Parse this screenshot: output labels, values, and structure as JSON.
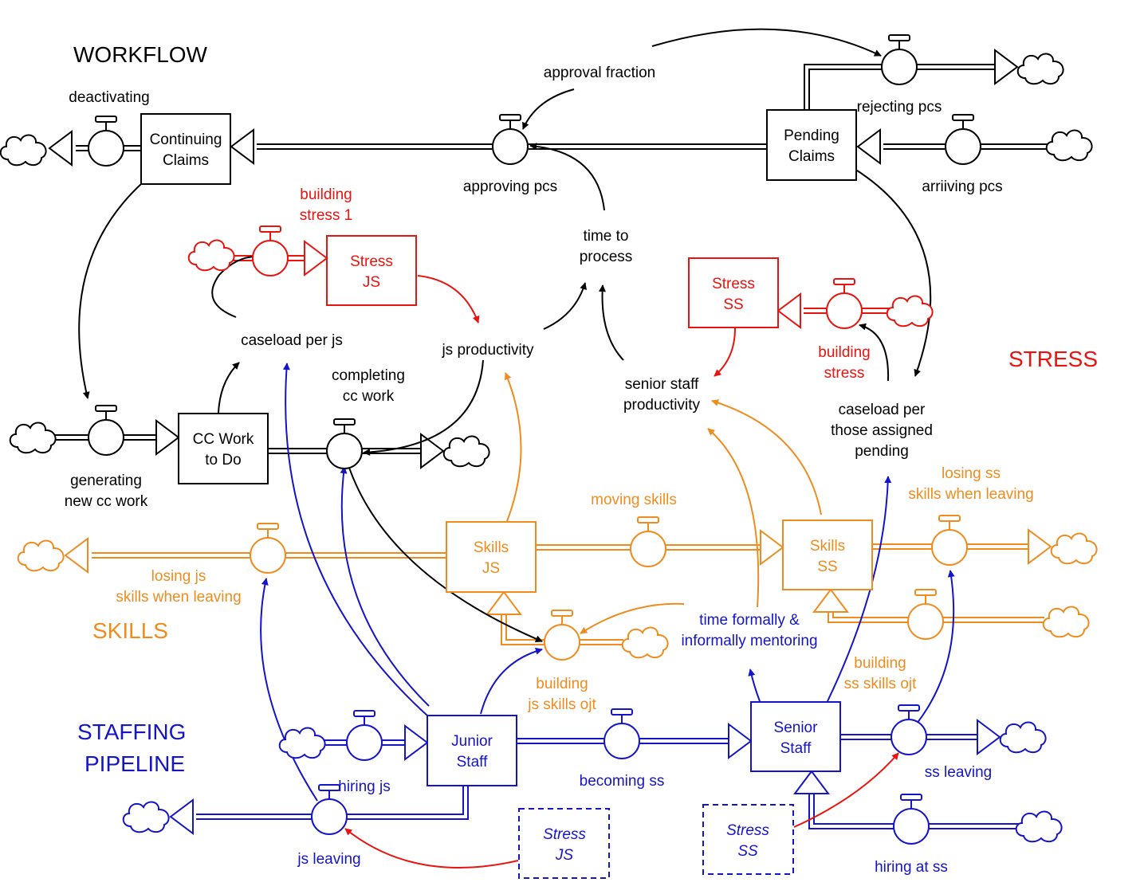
{
  "sections": {
    "workflow": "WORKFLOW",
    "stress": "STRESS",
    "skills": "SKILLS",
    "staffing_1": "STAFFING",
    "staffing_2": "PIPELINE"
  },
  "colors": {
    "workflow": "#000000",
    "stress": "#e8140f",
    "skills": "#f08c1e",
    "staffing": "#1414c8"
  },
  "stocks": {
    "continuing_claims": [
      "Continuing",
      "Claims"
    ],
    "pending_claims": [
      "Pending",
      "Claims"
    ],
    "cc_work": [
      "CC Work",
      "to Do"
    ],
    "stress_js": [
      "Stress",
      "JS"
    ],
    "stress_ss": [
      "Stress",
      "SS"
    ],
    "skills_js": [
      "Skills",
      "JS"
    ],
    "skills_ss": [
      "Skills",
      "SS"
    ],
    "junior_staff": [
      "Junior",
      "Staff"
    ],
    "senior_staff": [
      "Senior",
      "Staff"
    ],
    "stress_js_ghost": [
      "Stress",
      "JS"
    ],
    "stress_ss_ghost": [
      "Stress",
      "SS"
    ]
  },
  "flows": {
    "deactivating": [
      "deactivating"
    ],
    "approving_pcs": [
      "approving pcs"
    ],
    "rejecting_pcs": [
      "rejecting pcs"
    ],
    "arriving_pcs": [
      "arriiving pcs"
    ],
    "building_stress_1": [
      "building",
      "stress 1"
    ],
    "building_stress": [
      "building",
      "stress"
    ],
    "generating_new_cc_work": [
      "generating",
      "new cc work"
    ],
    "completing_cc_work": [
      "completing",
      "cc work"
    ],
    "losing_js_skills": [
      "losing js",
      "skills when leaving"
    ],
    "moving_skills": [
      "moving skills"
    ],
    "losing_ss_skills": [
      "losing ss",
      "skills when leaving"
    ],
    "building_js_skills_ojt": [
      "building",
      "js skills ojt"
    ],
    "building_ss_skills_ojt": [
      "building",
      "ss skills ojt"
    ],
    "hiring_js": [
      "hiring js"
    ],
    "js_leaving": [
      "js leaving"
    ],
    "becoming_ss": [
      "becoming ss"
    ],
    "ss_leaving": [
      "ss leaving"
    ],
    "hiring_at_ss": [
      "hiring at ss"
    ]
  },
  "auxiliaries": {
    "approval_fraction": [
      "approval fraction"
    ],
    "time_to_process": [
      "time to",
      "process"
    ],
    "caseload_per_js": [
      "caseload per js"
    ],
    "js_productivity": [
      "js productivity"
    ],
    "senior_staff_productivity": [
      "senior staff",
      "productivity"
    ],
    "caseload_per_pending": [
      "caseload per",
      "those assigned",
      "pending"
    ],
    "time_mentoring": [
      "time formally &",
      "informally mentoring"
    ]
  }
}
